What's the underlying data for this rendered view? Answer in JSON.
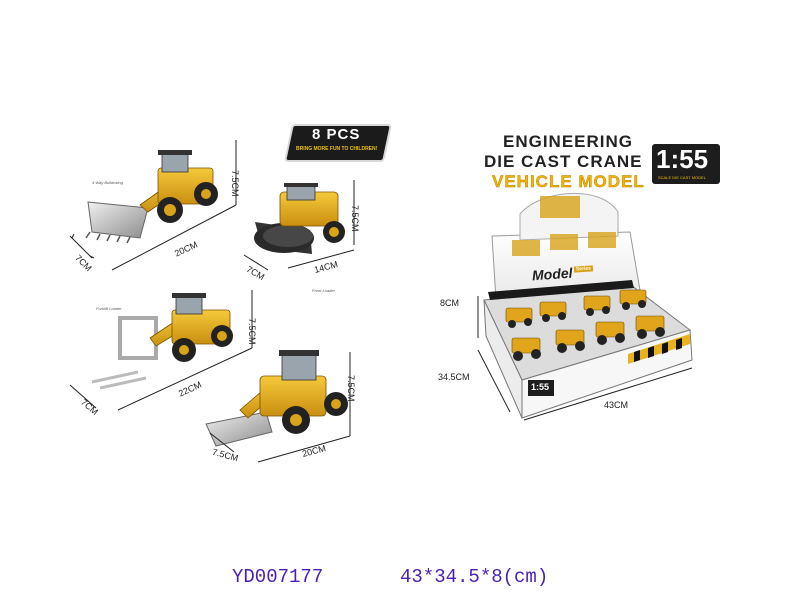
{
  "badge": {
    "title": "8 PCS",
    "subtitle": "BRING MORE FUN TO CHILDREN!"
  },
  "products": [
    {
      "id": "loader-bucket",
      "caption": "4 Way Bulldozing",
      "dims": [
        "7.5CM",
        "20CM",
        "7CM"
      ]
    },
    {
      "id": "road-roller",
      "caption": "",
      "dims": [
        "7.5CM",
        "14CM",
        "7CM"
      ]
    },
    {
      "id": "forklift-loader",
      "caption": "Forklift Loader",
      "dims": [
        "7.5CM",
        "22CM",
        "7CM"
      ]
    },
    {
      "id": "bulldozer",
      "caption": "Front Loader",
      "dims": [
        "7.5CM",
        "20CM",
        "7.5CM"
      ]
    }
  ],
  "package": {
    "title_line1": "ENGINEERING",
    "title_line2": "DIE CAST CRANE",
    "title_line3": "VEHICLE MODEL",
    "scale": "1:55",
    "scale_sub": "SCALE DIE CAST MODEL",
    "box_brand": "Model",
    "box_brand_sub": "Series",
    "box_scale": "1:55",
    "dims": {
      "height": "8CM",
      "depth": "34.5CM",
      "width": "43CM"
    }
  },
  "footer": {
    "code": "YD007177",
    "size": "43*34.5*8(cm)"
  },
  "colors": {
    "vehicle_yellow": "#e8b21c",
    "dark": "#1d1d1d",
    "footer_text": "#4a1fb8",
    "accent_yellow": "#f2b400"
  }
}
